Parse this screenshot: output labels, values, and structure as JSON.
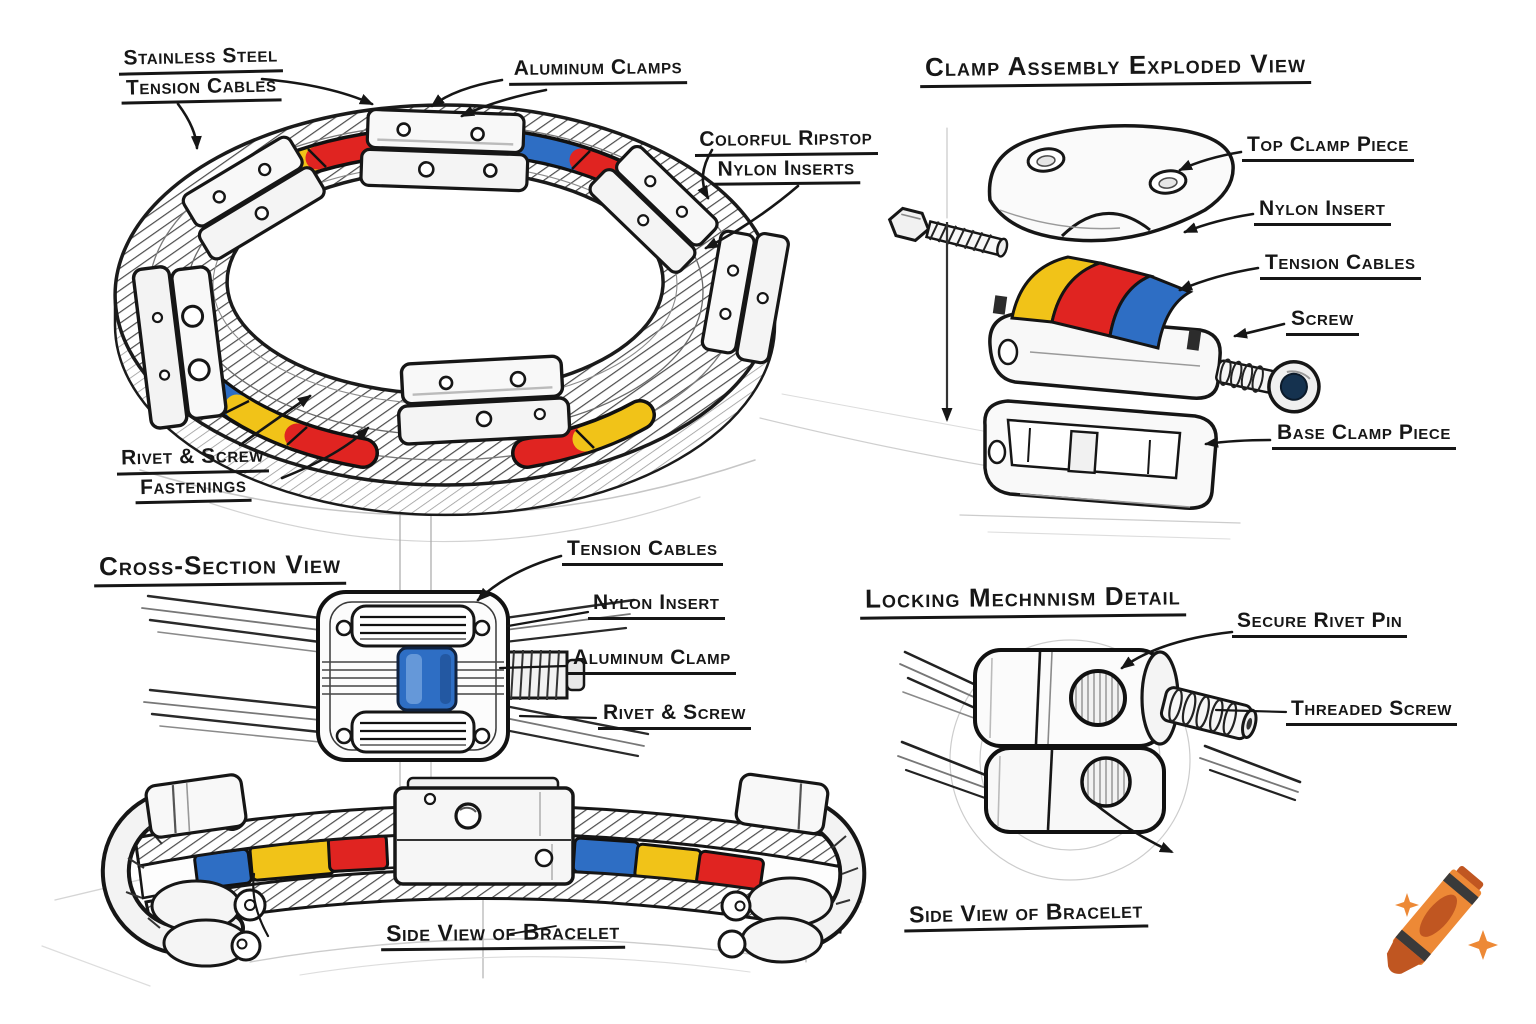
{
  "colors": {
    "ink": "#1c1c1c",
    "red": "#e02421",
    "yellow": "#f1c318",
    "blue": "#2e6ec4"
  },
  "annotations": {
    "main_view": {
      "cables_l1": "Stainless Steel",
      "cables_l2": "Tension Cables",
      "clamps": "Aluminum Clamps",
      "inserts_l1": "Colorful Ripstop",
      "inserts_l2": "Nylon Inserts",
      "fastenings_l1": "Rivet & Screw",
      "fastenings_l2": "Fastenings"
    },
    "exploded_view": {
      "title": "Clamp Assembly Exploded View",
      "top_clamp": "Top Clamp Piece",
      "nylon_insert": "Nylon Insert",
      "tension_cables": "Tension Cables",
      "screw": "Screw",
      "base_clamp": "Base Clamp Piece"
    },
    "cross_section": {
      "title": "Cross-Section View",
      "tension_cables": "Tension Cables",
      "nylon_insert": "Nylon Insert",
      "aluminum_clamp": "Aluminum Clamp",
      "rivet_screw": "Rivet & Screw"
    },
    "locking_detail": {
      "title": "Locking Mechnnism Detail",
      "rivet_pin": "Secure Rivet Pin",
      "threaded_screw": "Threaded Screw"
    },
    "side_view": {
      "label_left": "Side View of Bracelet",
      "label_right": "Side View of Bracelet"
    }
  },
  "logo": {
    "icon": "crayon-icon",
    "body_color": "#ED8936",
    "tip_color": "#C05621",
    "band_color": "#3a3a3a",
    "sparkle_color": "#ED8936"
  }
}
